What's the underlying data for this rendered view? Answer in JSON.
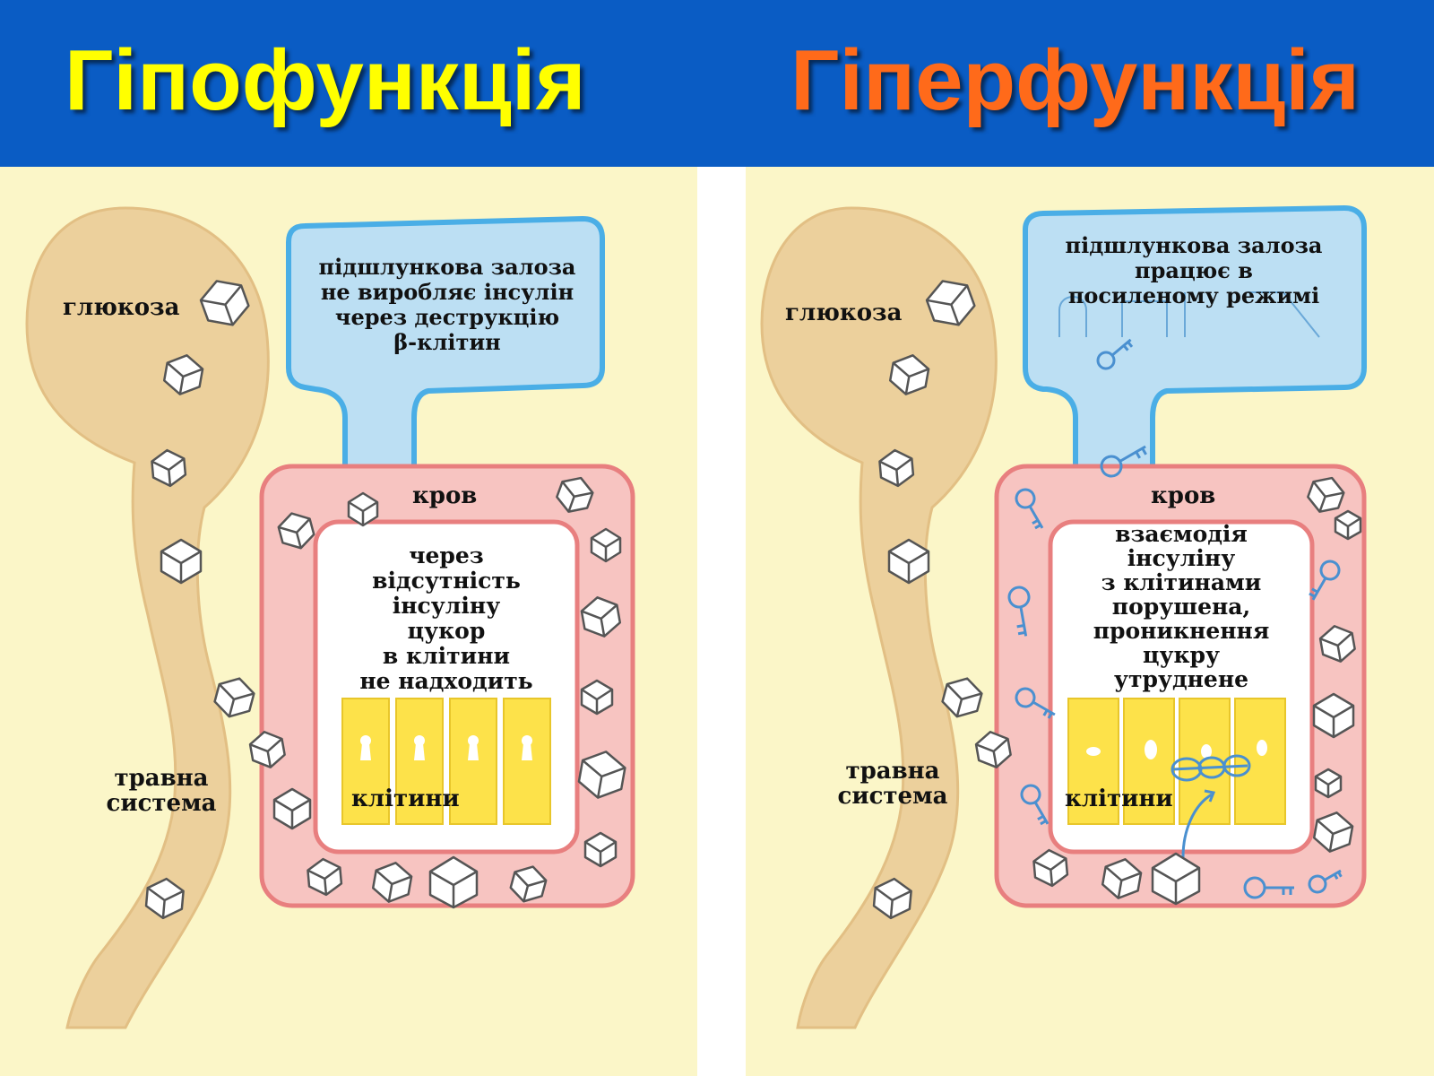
{
  "header": {
    "left_title": "Гіпофункція",
    "right_title": "Гіперфункція",
    "left_title_color": "#ffff00",
    "right_title_color": "#ff6a1a",
    "bar_color": "#0a5cc4"
  },
  "colors": {
    "panel_bg": "#fbf6c8",
    "gut": "#ecd09c",
    "pancreas": "#bcdff3",
    "pancreas_border": "#4aaee6",
    "blood": "#f7c4c1",
    "blood_border": "#e87f7f",
    "cells": "#fde24a",
    "key": "#4a90d0"
  },
  "left_panel": {
    "glucose_label": "глюкоза",
    "pancreas_text": "підшлункова залоза\nне виробляє інсулін\nчерез деструкцію\nβ-клітин",
    "blood_label": "кров",
    "cell_text": "через\nвідсутність\nінсуліну\nцукор\nв клітини\nне надходить",
    "cells_label": "клітини",
    "digestive_label": "травна\nсистема"
  },
  "right_panel": {
    "glucose_label": "глюкоза",
    "pancreas_text": "підшлункова залоза\nпрацює в\nпосиленому режимі",
    "blood_label": "кров",
    "cell_text": "взаємодія\nінсуліну\nз клітинами\nпорушена,\nпроникнення\nцукру\nутруднене",
    "cells_label": "клітини",
    "digestive_label": "травна\nсистема"
  },
  "icons": {
    "sugar_cube": "sugar-cube-icon",
    "keyhole": "keyhole-icon",
    "insulin_key": "key-icon"
  }
}
